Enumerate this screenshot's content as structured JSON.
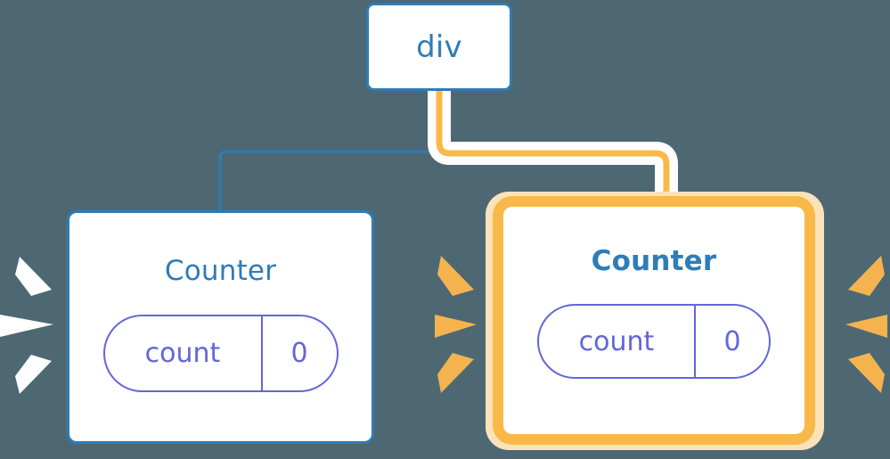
{
  "diagram": {
    "type": "component-tree",
    "background_color": "#4d6872",
    "root": {
      "label": "div",
      "border_color": "#2e7cb8",
      "text_color": "#2e7cb8"
    },
    "nodes": [
      {
        "id": "counter-left",
        "title": "Counter",
        "highlighted": false,
        "border_color": "#2e7cb8",
        "title_color": "#2e7cb8",
        "state": {
          "key": "count",
          "value": "0",
          "color": "#6366d8"
        },
        "rays_color": "#ffffff",
        "edge_color": "#2e7cb8"
      },
      {
        "id": "counter-right",
        "title": "Counter",
        "highlighted": true,
        "border_color": "#f9b949",
        "glow_color": "#fbe2ba",
        "title_color": "#2e7cb8",
        "state": {
          "key": "count",
          "value": "0",
          "color": "#6366d8"
        },
        "rays_color": "#f5b350",
        "edge_color": "#f9b949"
      }
    ],
    "edges": [
      {
        "from": "div",
        "to": "counter-left",
        "color": "#2e7cb8",
        "style": "thin"
      },
      {
        "from": "div",
        "to": "counter-right",
        "color": "#f9b949",
        "style": "thick-highlight"
      }
    ]
  }
}
